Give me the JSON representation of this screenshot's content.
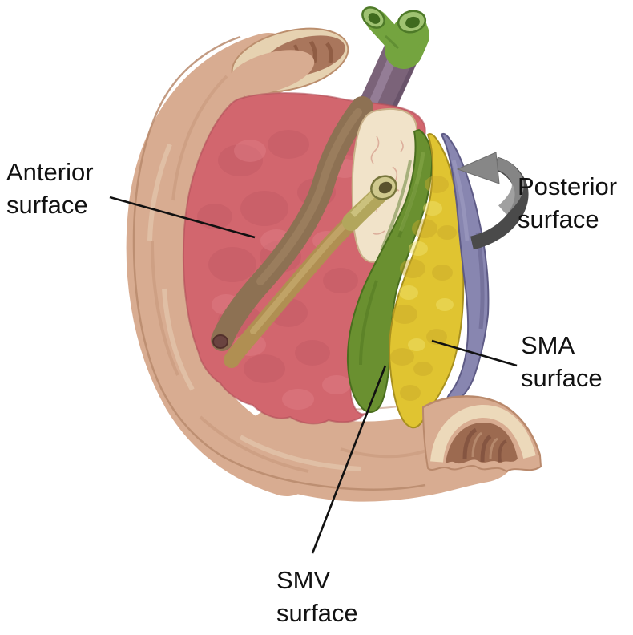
{
  "figure": {
    "labels": {
      "anterior": "Anterior\nsurface",
      "posterior": "Posterior\nsurface",
      "sma": "SMA\nsurface",
      "smv": "SMV\nsurface"
    },
    "colors": {
      "background": "#ffffff",
      "anterior_surface_pink": "#d2666e",
      "smv_surface_green": "#6a9030",
      "sma_surface_yellow": "#e0c431",
      "posterior_surface_purple": "#8886b0",
      "duodenum_tan": "#d8ac91",
      "cut_neck_cream": "#f1e3c9",
      "bile_duct_brown": "#8d7153",
      "pancreatic_duct_olive": "#b0a156",
      "portal_vein_purple": "#7b6379",
      "vein_stump_green": "#74a43f",
      "rotation_arrow_gray": "#6a6a6a",
      "label_text": "#111111"
    }
  }
}
